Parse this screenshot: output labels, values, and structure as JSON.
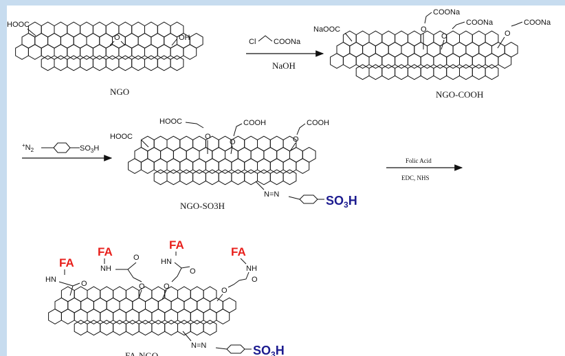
{
  "reagents": {
    "step1_reagent": "Cl",
    "step1_reagent_group": "COONa",
    "step1_condition": "NaOH",
    "step2_reagent_charge": "+",
    "step2_reagent_n2": "N",
    "step2_reagent_n2_sub": "2",
    "step2_reagent_group": "SO",
    "step2_reagent_group_sub": "3",
    "step2_reagent_group_end": "H",
    "step3_reagent": "Folic Acid",
    "step3_condition": "EDC, NHS"
  },
  "compounds": {
    "ngo": {
      "label": "NGO",
      "groups": {
        "cooh": "HOOC",
        "epoxide": "O",
        "hydroxyl": "OH"
      }
    },
    "ngo_cooh": {
      "label": "NGO-COOH",
      "groups": {
        "naooc": "NaOOC",
        "coona_1": "COONa",
        "coona_2": "COONa",
        "coona_3": "COONa",
        "o": "O"
      }
    },
    "ngo_so3h": {
      "label": "NGO-SO3H",
      "groups": {
        "hooc": "HOOC",
        "cooh_1": "COOH",
        "cooh_2": "COOH",
        "o": "O",
        "azo": "N=N",
        "so3h_main": "SO",
        "so3h_sub": "3",
        "so3h_end": "H"
      }
    },
    "fa_ngo": {
      "label": "FA-NGO",
      "groups": {
        "fa": "FA",
        "hn": "HN",
        "nh": "NH",
        "o": "O",
        "azo": "N=N",
        "so3h_main": "SO",
        "so3h_sub": "3",
        "so3h_end": "H"
      }
    }
  },
  "colors": {
    "fa": "#e8201c",
    "so3h": "#1c1b8f",
    "frame": "#c7dcef"
  }
}
